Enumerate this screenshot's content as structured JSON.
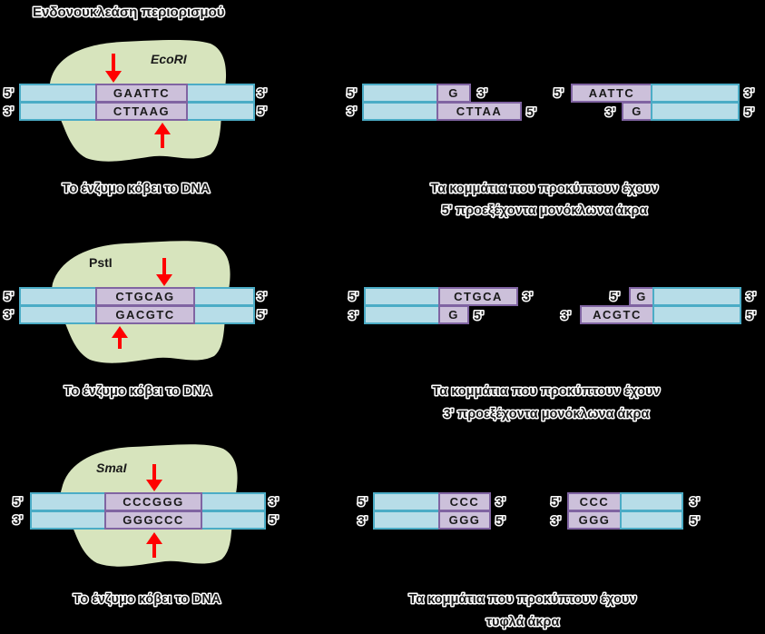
{
  "header": {
    "title": "Ενδονουκλεάση περιορισμού"
  },
  "colors": {
    "strand": "#b7dde8",
    "strand_edge": "#4bacc6",
    "site": "#ccc0da",
    "site_edge": "#8064a2",
    "blob": "#d7e4bd",
    "arrow": "#ff0000"
  },
  "panels": [
    {
      "enzyme": "EcoRI",
      "top_seq": "GAATTC",
      "bottom_seq": "CTTAAG",
      "top_left_end": "5'",
      "top_right_end": "3'",
      "bottom_left_end": "3'",
      "bottom_right_end": "5'",
      "caption": "Το ένζυμο κόβει το DNA",
      "frag_left": {
        "top_seq": "G",
        "bottom_seq": "CTTAA",
        "top_left_end": "5'",
        "top_right_end": "3'",
        "bottom_left_end": "3'",
        "bottom_right_end": "5'"
      },
      "frag_right": {
        "top_seq": "AATTC",
        "bottom_seq": "G",
        "top_left_end": "5'",
        "top_right_end": "3'",
        "bottom_left_end": "3'",
        "bottom_right_end": "5'"
      },
      "result_line1": "Τα κομμάτια που προκύπτουν έχουν",
      "result_line2": "5' προεξέχοντα μονόκλωνα άκρα"
    },
    {
      "enzyme": "PstI",
      "top_seq": "CTGCAG",
      "bottom_seq": "GACGTC",
      "top_left_end": "5'",
      "top_right_end": "3'",
      "bottom_left_end": "3'",
      "bottom_right_end": "5'",
      "caption": "Το ένζυμο κόβει το DNA",
      "frag_left": {
        "top_seq": "CTGCA",
        "bottom_seq": "G",
        "top_left_end": "5'",
        "top_right_end": "3'",
        "bottom_left_end": "3'",
        "bottom_right_end": "5'"
      },
      "frag_right": {
        "top_seq": "G",
        "bottom_seq": "ACGTC",
        "top_left_end": "5'",
        "top_right_end": "3'",
        "bottom_left_end": "3'",
        "bottom_right_end": "5'"
      },
      "result_line1": "Τα κομμάτια που προκύπτουν έχουν",
      "result_line2": "3' προεξέχοντα μονόκλωνα άκρα"
    },
    {
      "enzyme": "SmaI",
      "top_seq": "CCCGGG",
      "bottom_seq": "GGGCCC",
      "top_left_end": "5'",
      "top_right_end": "3'",
      "bottom_left_end": "3'",
      "bottom_right_end": "5'",
      "caption": "Το ένζυμο κόβει το DNA",
      "frag_left": {
        "top_seq": "CCC",
        "bottom_seq": "GGG",
        "top_left_end": "5'",
        "top_right_end": "3'",
        "bottom_left_end": "3'",
        "bottom_right_end": "5'"
      },
      "frag_right": {
        "top_seq": "CCC",
        "bottom_seq": "GGG",
        "top_left_end": "5'",
        "top_right_end": "3'",
        "bottom_left_end": "3'",
        "bottom_right_end": "5'"
      },
      "result_line1": "Τα κομμάτια που προκύπτουν έχουν",
      "result_line2": "τυφλά άκρα"
    }
  ]
}
